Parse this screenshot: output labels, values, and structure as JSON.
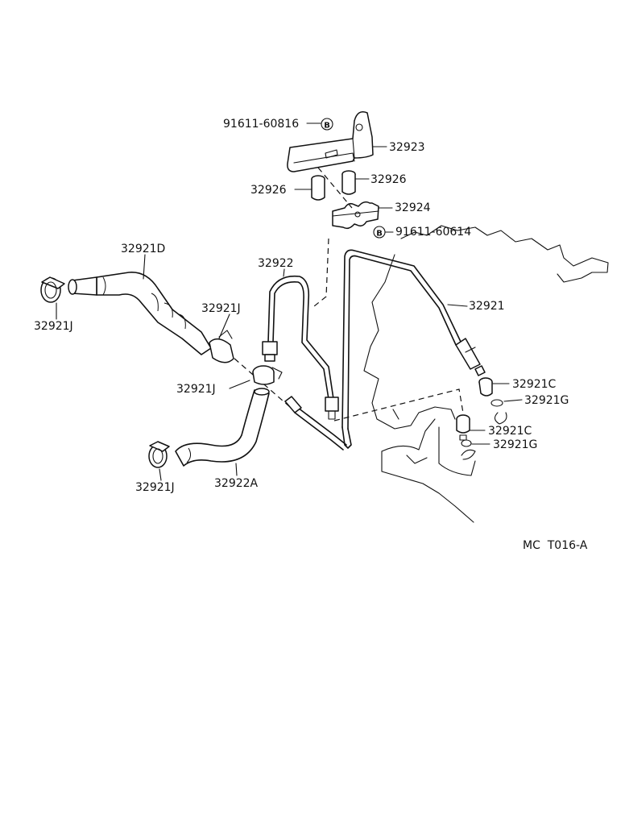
{
  "diagram": {
    "code": "MC  T016-A",
    "bolt_symbol": "B",
    "labels": {
      "bolt_upper": "91611-60816",
      "bracket": "32923",
      "grommet_right": "32926",
      "grommet_left": "32926",
      "clamp_bracket": "32924",
      "bolt_lower": "91611-60614",
      "hose_upper": "32921D",
      "clamp_far_left": "32921J",
      "clamp_mid_upper": "32921J",
      "clamp_mid_lower": "32921J",
      "clamp_bottom_left": "32921J",
      "tube_left": "32922",
      "tube_right": "32921",
      "hose_lower": "32922A",
      "union_upper": "32921C",
      "gasket_upper": "32921G",
      "union_lower": "32921C",
      "gasket_lower": "32921G"
    }
  }
}
